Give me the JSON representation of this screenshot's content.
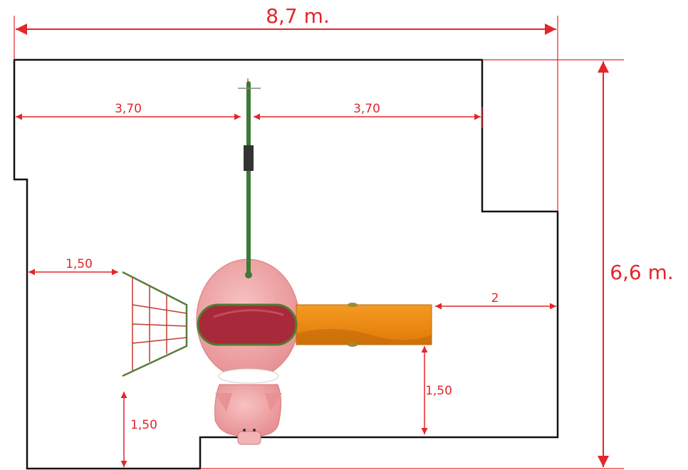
{
  "dimensions": {
    "total_width": "8,7 m.",
    "total_height": "6,6 m.",
    "left_span": "3,70",
    "right_span": "3,70",
    "net_clearance": "1,50",
    "slide_clearance": "2",
    "slide_side_clearance": "1,50",
    "net_bottom_clearance": "1,50"
  },
  "colors": {
    "dimension_line": "#e3262a",
    "outline": "#111111",
    "pole": "#3d7a35",
    "pig_body": "#f0a8aa",
    "tunnel": "#a8283c",
    "slide": "#f08a12",
    "net": "#c23a30"
  }
}
